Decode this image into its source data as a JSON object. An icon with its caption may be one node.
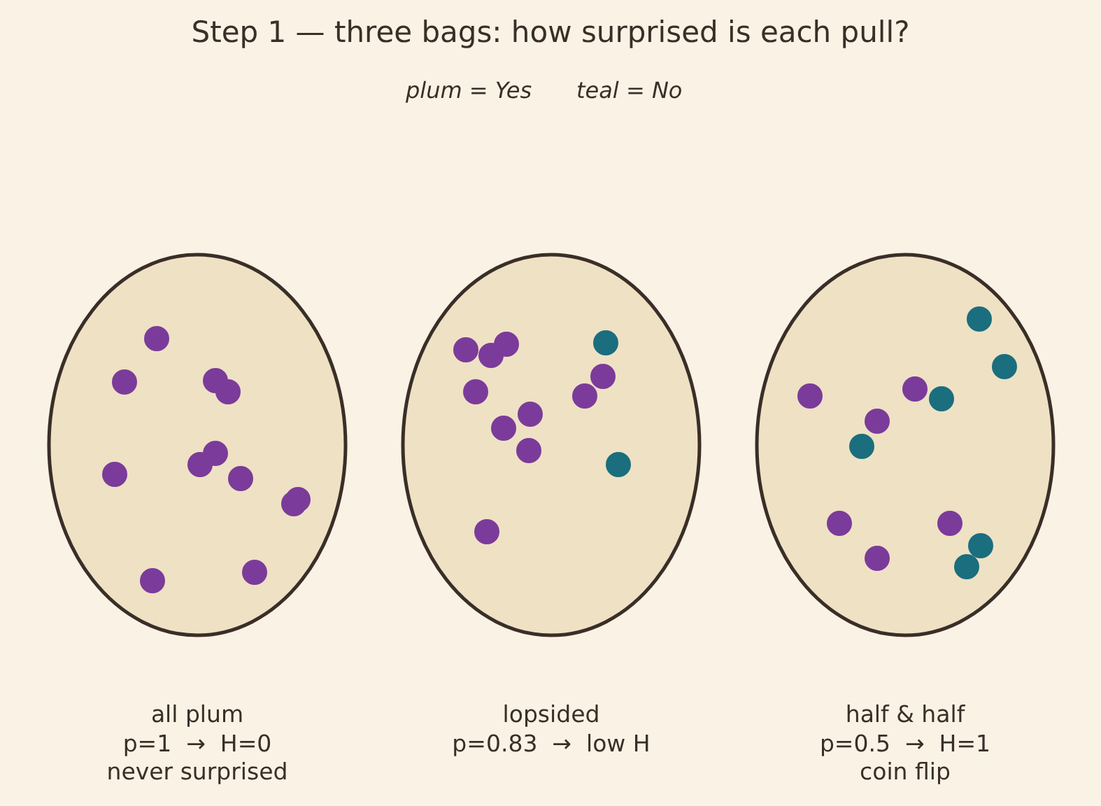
{
  "diagram": {
    "title": "Step 1 — three bags: how surprised is each pull?",
    "nodes": [
      {
        "text": [],
        "shape": "circle",
        "beside": [
          "all plum",
          "p=1  →  H=0",
          "never surprised"
        ]
      },
      {
        "text": [],
        "shape": "circle",
        "beside": [
          "lopsided",
          "p=0.83  →  low H"
        ]
      },
      {
        "text": [],
        "shape": "circle",
        "beside": [
          "half & half",
          "p=0.5  →  H=1",
          "coin flip"
        ]
      }
    ],
    "edges": [],
    "labels": [
      "plum = Yes",
      "teal = No"
    ]
  }
}
